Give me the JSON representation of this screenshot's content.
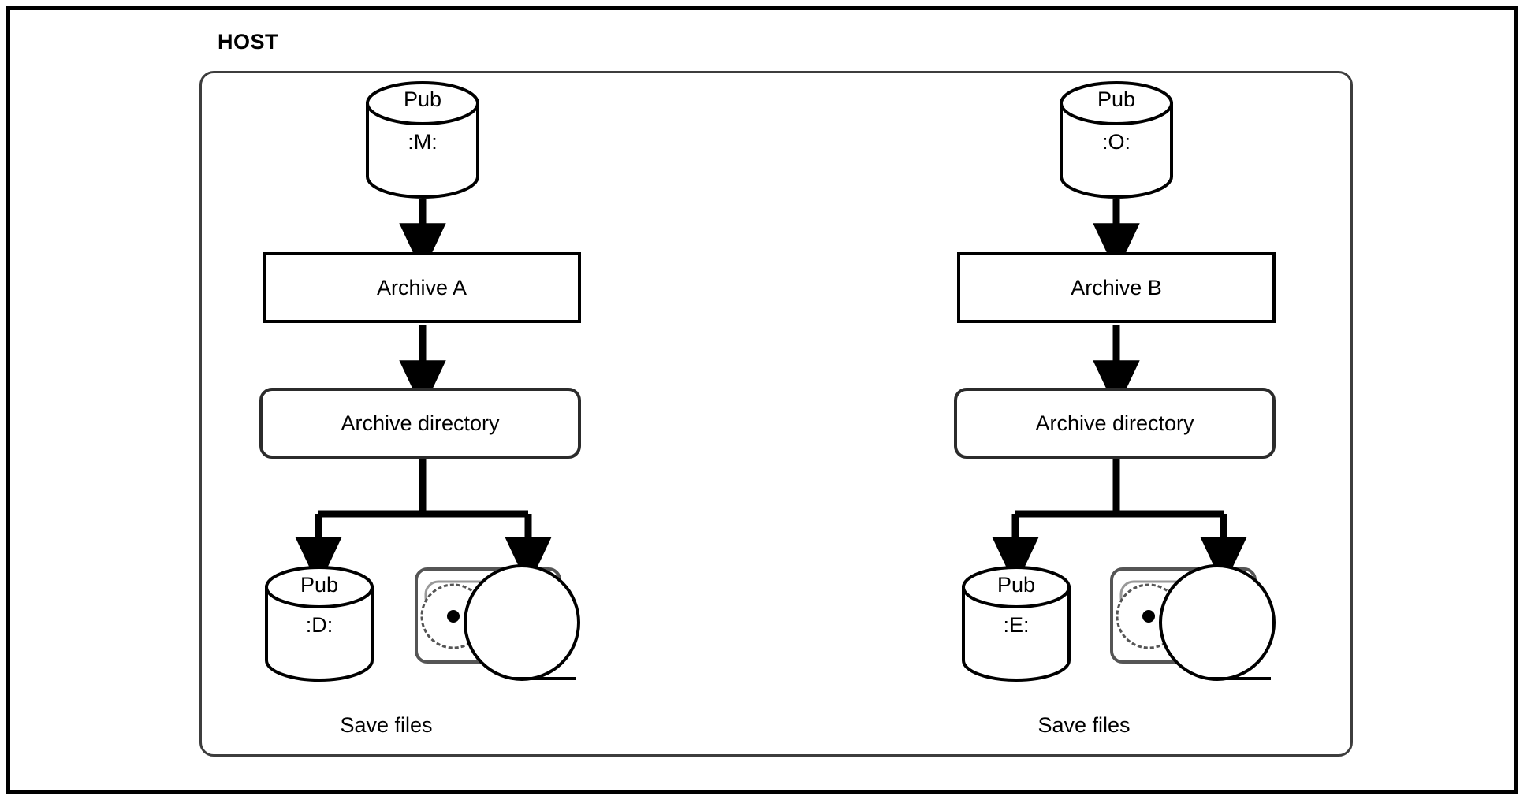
{
  "diagram": {
    "title": "HOST",
    "outer_frame": {
      "name": "outer-frame"
    },
    "branches": [
      {
        "id": "left",
        "source_disk": {
          "top_label": "Pub",
          "bottom_label": ":M:"
        },
        "archive_box": {
          "label": "Archive A"
        },
        "directory_box": {
          "label": "Archive directory"
        },
        "save_disk": {
          "top_label": "Pub",
          "bottom_label": ":D:"
        },
        "save_media": {
          "name": "tape-and-disk-media"
        },
        "save_caption": "Save files"
      },
      {
        "id": "right",
        "source_disk": {
          "top_label": "Pub",
          "bottom_label": ":O:"
        },
        "archive_box": {
          "label": "Archive B"
        },
        "directory_box": {
          "label": "Archive directory"
        },
        "save_disk": {
          "top_label": "Pub",
          "bottom_label": ":E:"
        },
        "save_media": {
          "name": "tape-and-disk-media"
        },
        "save_caption": "Save files"
      }
    ],
    "colors": {
      "line": "#000000",
      "host_border": "#3d3d3d",
      "background": "#ffffff",
      "text": "#000000"
    }
  }
}
